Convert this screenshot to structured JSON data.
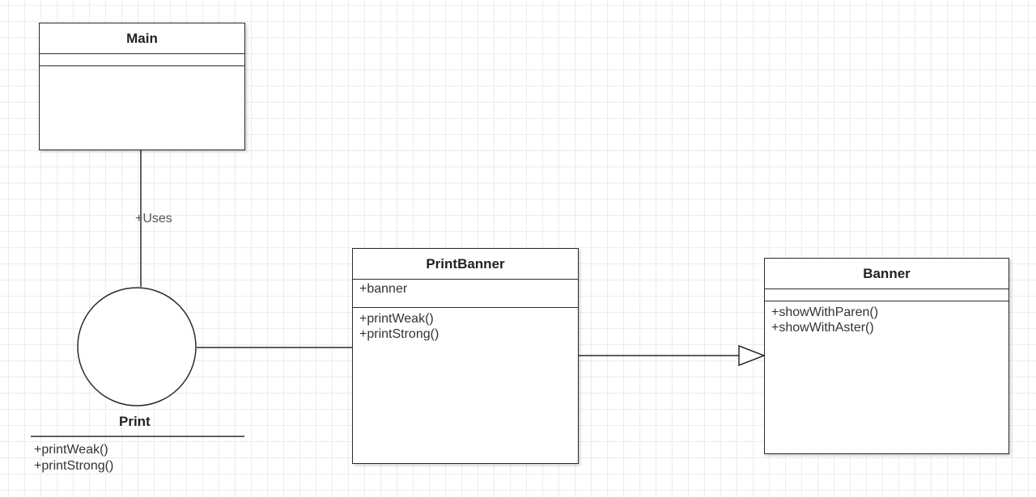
{
  "diagram": {
    "classes": {
      "main": {
        "name": "Main",
        "attributes": [],
        "operations": []
      },
      "print_banner": {
        "name": "PrintBanner",
        "attributes": [
          "+banner"
        ],
        "operations": [
          "+printWeak()",
          "+printStrong()"
        ]
      },
      "banner": {
        "name": "Banner",
        "attributes": [],
        "operations": [
          "+showWithParen()",
          "+showWithAster()"
        ]
      }
    },
    "interface": {
      "name": "Print",
      "operations": [
        "+printWeak()",
        "+printStrong()"
      ]
    },
    "relationships": {
      "uses_label": "+Uses"
    },
    "colors": {
      "line": "#2b2b2b",
      "grid": "#ececec",
      "background": "#ffffff"
    }
  }
}
